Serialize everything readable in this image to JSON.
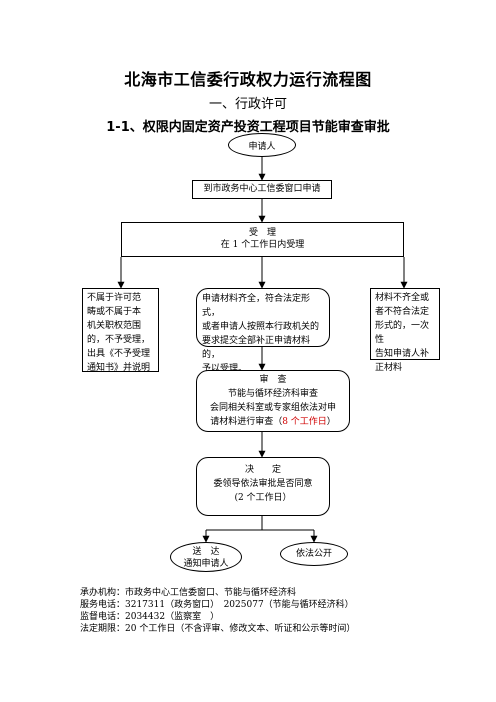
{
  "header": {
    "title": "北海市工信委行政权力运行流程图",
    "subtitle": "一、行政许可",
    "section": "1-1、权限内固定资产投资工程项目节能审查审批"
  },
  "flow": {
    "applicant": "申请人",
    "apply": "到市政务中心工信委窗口申请",
    "accept_title": "受　理",
    "accept_time": "在 1 个工作日内受理",
    "reject_lines": [
      "不属于许可范",
      "畴或不属于本",
      "机关职权范围",
      "的，不予受理，",
      "出具《不予受理",
      "通知书》并说明"
    ],
    "accept_lines": [
      "申请材料齐全，符合法定形式，",
      "或者申请人按照本行政机关的",
      "要求提交全部补正申请材料的，",
      "予以受理。"
    ],
    "supplement_lines": [
      "材料不齐全或",
      "者不符合法定",
      "形式的，一次性",
      "告知申请人补",
      "正材料"
    ],
    "review_title": "审　查",
    "review_line1": "节能与循环经济科审查",
    "review_line2": "会同相关科室或专家组依法对申",
    "review_line3_prefix": "请材料进行审查（",
    "review_line3_days": "8 个工作日",
    "review_line3_suffix": "）",
    "decision_title": "决　　定",
    "decision_line1": "委领导依法审批是否同意",
    "decision_line2": "(2 个工作日）",
    "deliver_title": "送　达",
    "deliver_line": "通知申请人",
    "publish": "依法公开"
  },
  "footer": {
    "agency": "承办机构：市政务中心工信委窗口、节能与循环经济科",
    "phone": "服务电话：3217311（政务窗口）　2025077（节能与循环经济科）",
    "supervise": "监督电话：2034432（监察室　）",
    "deadline": "法定期限：20 个工作日（不含评审、修改文本、听证和公示等时间）"
  },
  "colors": {
    "highlight": "#d00000"
  }
}
